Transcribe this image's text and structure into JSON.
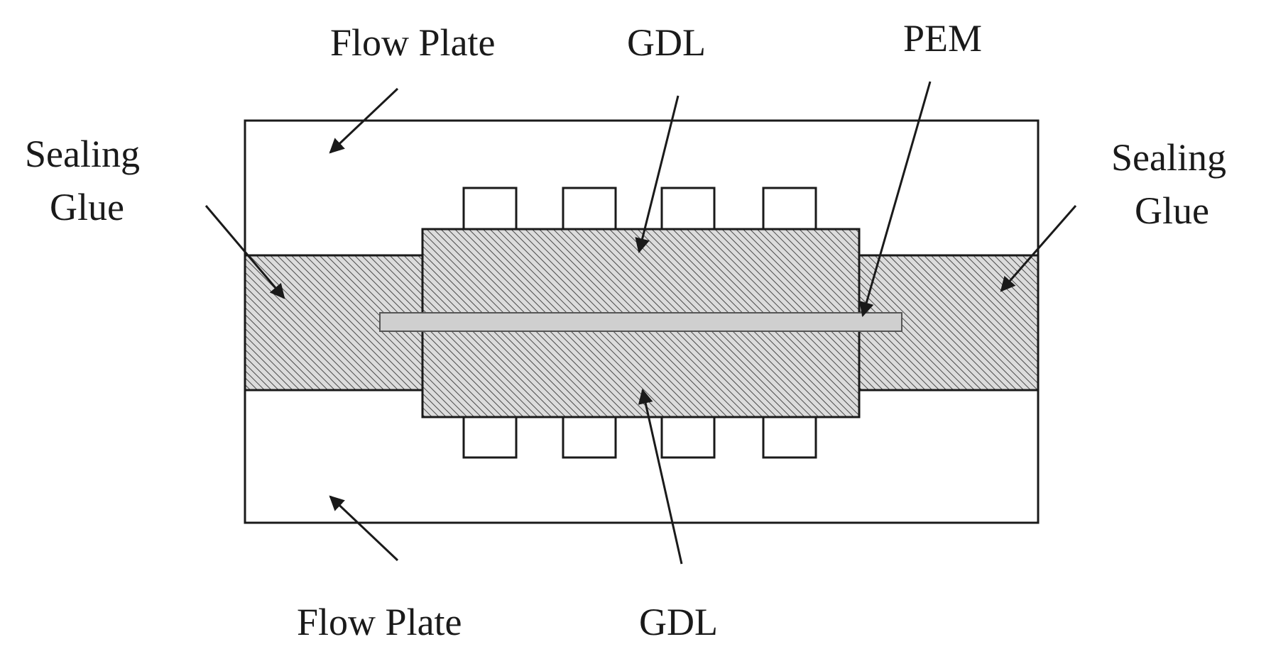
{
  "labels": {
    "flow_plate_top": "Flow Plate",
    "gdl_top": "GDL",
    "pem": "PEM",
    "sealing_glue_left_1": "Sealing",
    "sealing_glue_left_2": "Glue",
    "sealing_glue_right_1": "Sealing",
    "sealing_glue_right_2": "Glue",
    "flow_plate_bottom": "Flow Plate",
    "gdl_bottom": "GDL"
  },
  "colors": {
    "stroke": "#1a1a1a",
    "hatch_fill": "#dcdcdc",
    "hatch_line": "#4a4a4a",
    "pem_fill": "#cfcfcf"
  }
}
